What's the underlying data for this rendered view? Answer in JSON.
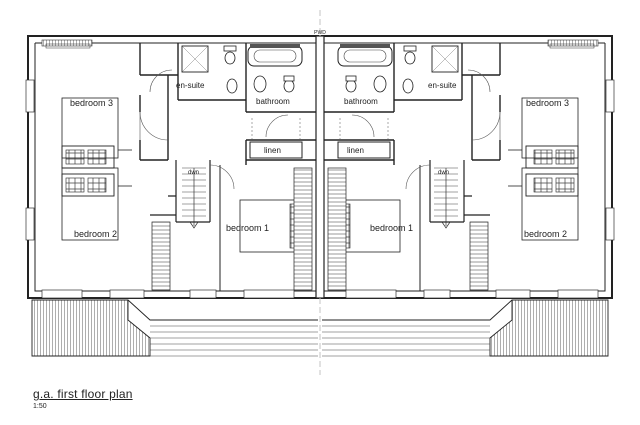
{
  "plan": {
    "title": "g.a. first floor plan",
    "scale": "1:50",
    "party_wall_label": "PWD",
    "rooms": {
      "en_suite": "en-suite",
      "bathroom": "bathroom",
      "bedroom_1": "bedroom 1",
      "bedroom_2": "bedroom 2",
      "bedroom_3": "bedroom 3",
      "linen": "linen",
      "stair_down": "dwn"
    }
  }
}
